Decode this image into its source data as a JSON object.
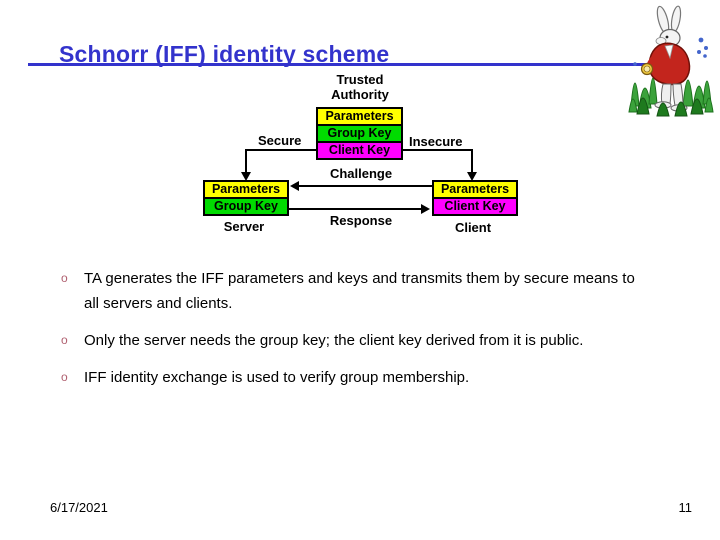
{
  "slide": {
    "title": "Schnorr (IFF) identity scheme",
    "title_color": "#3333cc",
    "decoration_top_right": "white-rabbit-illustration"
  },
  "diagram": {
    "trusted_authority_caption": {
      "line1": "Trusted",
      "line2": "Authority"
    },
    "ta_box": {
      "rows": [
        {
          "label": "Parameters",
          "color": "#ffff00"
        },
        {
          "label": "Group Key",
          "color": "#00db00"
        },
        {
          "label": "Client Key",
          "color": "#ff00ff"
        }
      ]
    },
    "server_box": {
      "caption": "Server",
      "rows": [
        {
          "label": "Parameters",
          "color": "#ffff00"
        },
        {
          "label": "Group Key",
          "color": "#00db00"
        }
      ]
    },
    "client_box": {
      "caption": "Client",
      "rows": [
        {
          "label": "Parameters",
          "color": "#ffff00"
        },
        {
          "label": "Client Key",
          "color": "#ff00ff"
        }
      ]
    },
    "edge_labels": {
      "left": "Secure",
      "right": "Insecure",
      "challenge": "Challenge",
      "response": "Response"
    }
  },
  "bullets": [
    {
      "marker": "o",
      "text": "TA generates the IFF parameters and keys and transmits them by secure means to all servers and clients."
    },
    {
      "marker": "o",
      "text": "Only the server needs the group key; the client key derived from it is public."
    },
    {
      "marker": "o",
      "text": "IFF identity exchange is used to verify group membership."
    }
  ],
  "footer": {
    "date": "6/17/2021",
    "page_number": "11"
  }
}
